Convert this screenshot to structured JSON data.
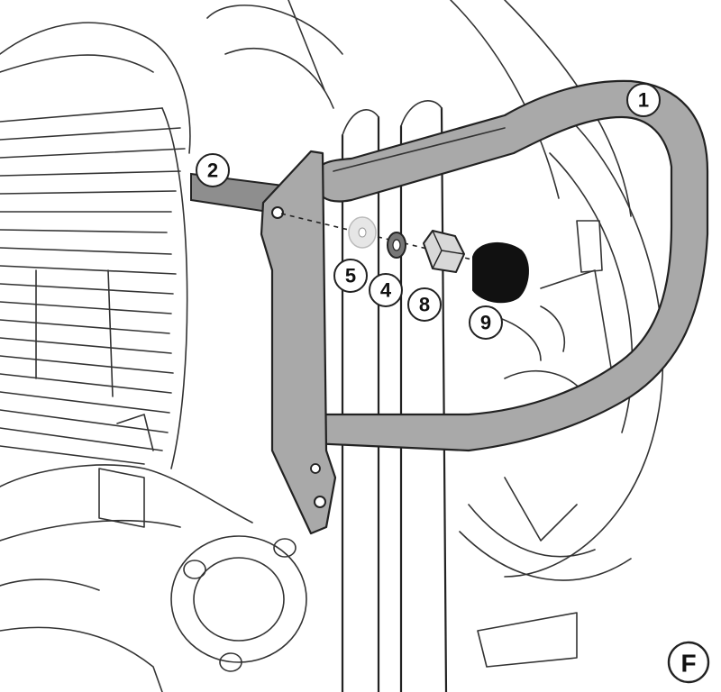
{
  "callouts": [
    {
      "id": "1",
      "label": "1",
      "part": "guard"
    },
    {
      "id": "2",
      "label": "2",
      "part": "frame-tube"
    },
    {
      "id": "5",
      "label": "5",
      "part": "washer"
    },
    {
      "id": "4",
      "label": "4",
      "part": "lock-washer"
    },
    {
      "id": "8",
      "label": "8",
      "part": "nut"
    },
    {
      "id": "9",
      "label": "9",
      "part": "cap"
    }
  ],
  "panel": {
    "label": "F"
  },
  "colors": {
    "guard_fill": "#a9a9a9",
    "cap_fill": "#111111",
    "line": "#222222",
    "washer_fill": "#e6e6e6"
  }
}
